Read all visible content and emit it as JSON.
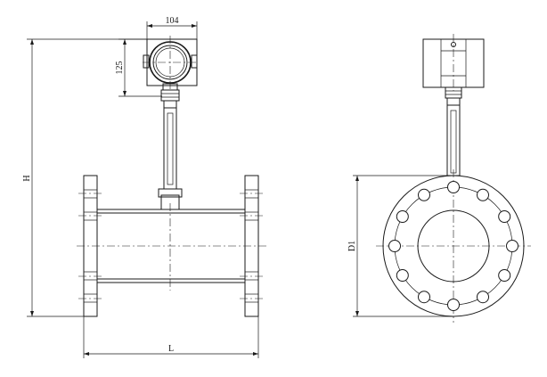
{
  "dimensions": {
    "width_104": "104",
    "height_125": "125",
    "height_H": "H",
    "length_L": "L",
    "diameter_D1": "D1"
  }
}
